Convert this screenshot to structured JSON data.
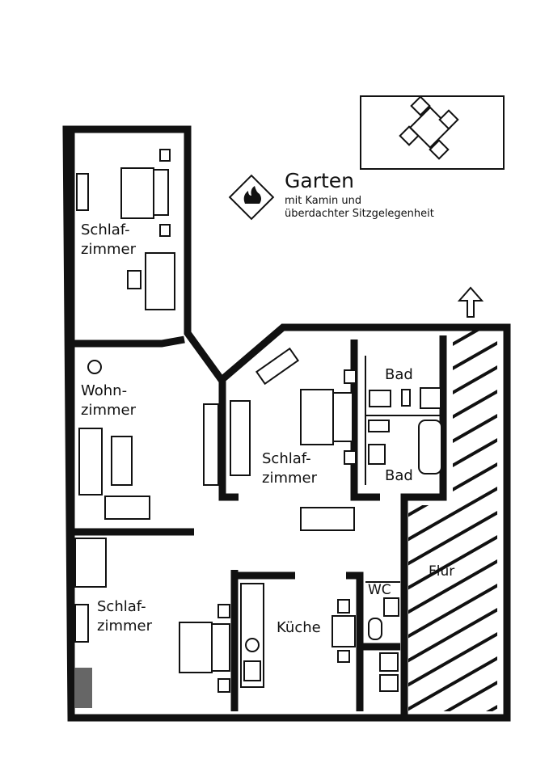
{
  "garden": {
    "title": "Garten",
    "line1": "mit Kamin und",
    "line2": "überdachter Sitzgelegenheit",
    "icon": "fireplace-icon"
  },
  "rooms": {
    "bedroom_top_left": [
      "Schlaf-",
      "zimmer"
    ],
    "living_room": [
      "Wohn-",
      "zimmer"
    ],
    "bedroom_center": [
      "Schlaf-",
      "zimmer"
    ],
    "bedroom_bottom_left": [
      "Schlaf-",
      "zimmer"
    ],
    "bath_top": "Bad",
    "bath_bottom": "Bad",
    "kitchen": "Küche",
    "wc": "WC",
    "hallway": "Flur"
  },
  "north_arrow": "north-arrow-icon"
}
